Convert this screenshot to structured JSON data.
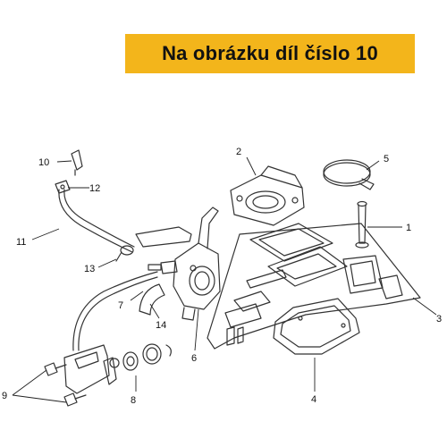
{
  "banner": {
    "text": "Na obrázku díl číslo 10",
    "color": "#f3b51b"
  },
  "callouts": [
    "1",
    "2",
    "3",
    "4",
    "5",
    "6",
    "7",
    "8",
    "9",
    "10",
    "11",
    "12",
    "13",
    "14"
  ]
}
